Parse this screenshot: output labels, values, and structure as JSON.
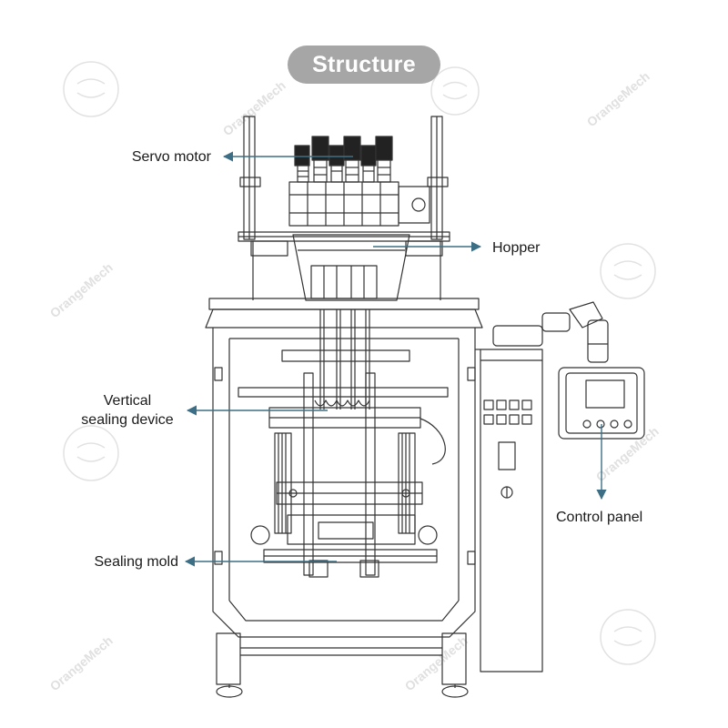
{
  "title": "Structure",
  "watermark": {
    "text": "OrangeMech",
    "color": "#d9d9d9"
  },
  "colors": {
    "arrow": "#3c6f86",
    "pill": "#a6a6a6",
    "line": "#333333"
  },
  "labels": {
    "servo_motor": "Servo motor",
    "hopper": "Hopper",
    "vertical_sealing_line1": "Vertical",
    "vertical_sealing_line2": "sealing device",
    "control_panel": "Control panel",
    "sealing_mold": "Sealing mold"
  }
}
